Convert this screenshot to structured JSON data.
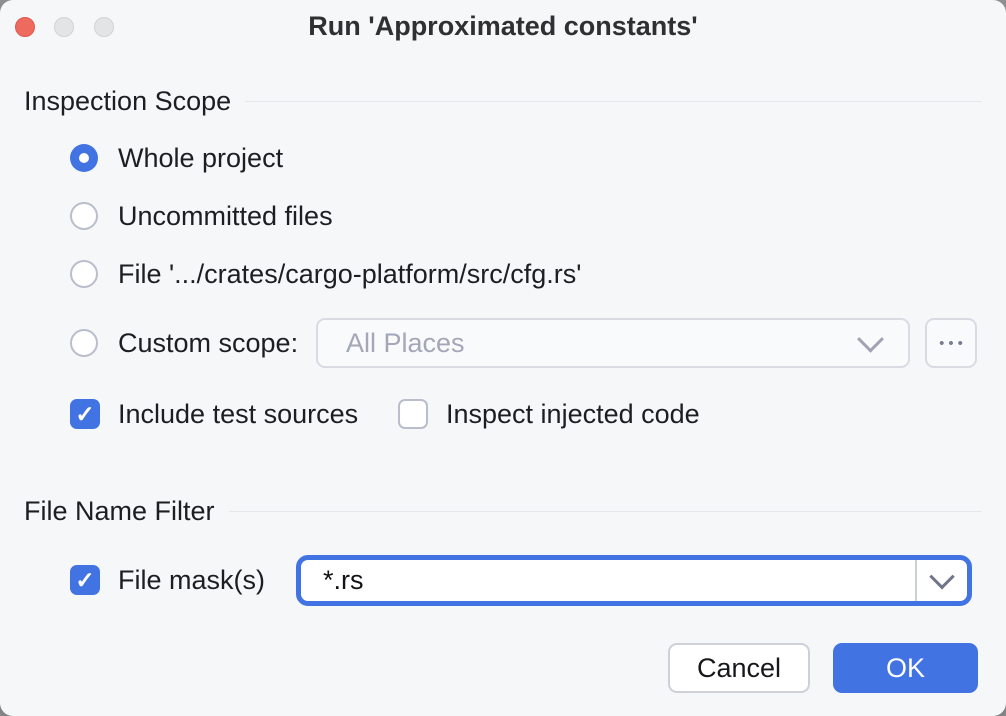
{
  "colors": {
    "accent": "#4273E3",
    "traffic_red": "#EE6A5F",
    "dialog_background": "#F6F7F9"
  },
  "icons": {
    "check": "✓",
    "ellipsis": "•••"
  },
  "window": {
    "title": "Run 'Approximated constants'"
  },
  "inspection_scope": {
    "title": "Inspection Scope",
    "radios": [
      {
        "label": "Whole project",
        "selected": true
      },
      {
        "label": "Uncommitted files",
        "selected": false
      },
      {
        "label": "File '.../crates/cargo-platform/src/cfg.rs'",
        "selected": false
      },
      {
        "label": "Custom scope:",
        "selected": false
      }
    ],
    "custom_scope_combo": {
      "value": "All Places",
      "disabled": true
    },
    "checkboxes": [
      {
        "label": "Include test sources",
        "checked": true
      },
      {
        "label": "Inspect injected code",
        "checked": false
      }
    ]
  },
  "file_name_filter": {
    "title": "File Name Filter",
    "mask_checkbox": {
      "label": "File mask(s)",
      "checked": true
    },
    "mask_combo": {
      "value": "*.rs",
      "focused": true
    }
  },
  "footer": {
    "cancel_label": "Cancel",
    "ok_label": "OK"
  }
}
